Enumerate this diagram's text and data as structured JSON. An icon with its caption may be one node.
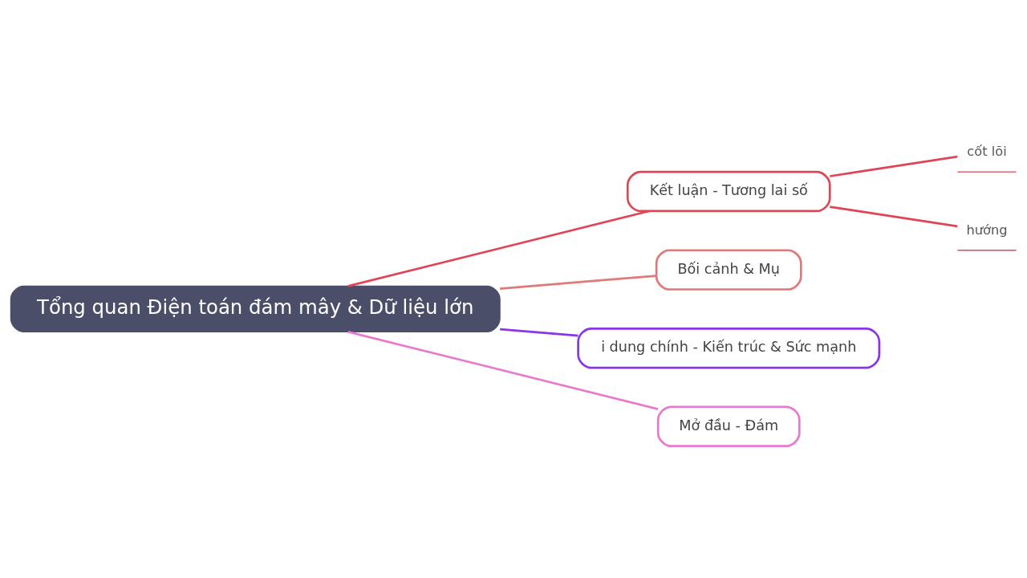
{
  "diagram": {
    "nodes": [
      {
        "text": [
          "Tổng quan Điện toán đám mây & Dữ liệu lớn"
        ]
      },
      {
        "text": [
          "Kết luận - Tương lai số"
        ]
      },
      {
        "text": [
          "cốt lõi"
        ]
      },
      {
        "text": [
          "hướng"
        ]
      },
      {
        "text": [
          "Bối cảnh & Mụ"
        ]
      },
      {
        "text": [
          "i dung chính - Kiến trúc & Sức mạnh"
        ]
      },
      {
        "text": [
          "Mở đầu - Đám"
        ]
      }
    ],
    "edges": [
      {
        "from": 0,
        "to": 1,
        "arrow": "none",
        "color": "#e04555"
      },
      {
        "from": 1,
        "to": 2,
        "arrow": "none",
        "color": "#e04555"
      },
      {
        "from": 1,
        "to": 3,
        "arrow": "none",
        "color": "#e04555"
      },
      {
        "from": 0,
        "to": 4,
        "arrow": "none",
        "color": "#df7a78"
      },
      {
        "from": 0,
        "to": 5,
        "arrow": "none",
        "color": "#8a35e8"
      },
      {
        "from": 0,
        "to": 6,
        "arrow": "none",
        "color": "#e878d0"
      }
    ]
  }
}
